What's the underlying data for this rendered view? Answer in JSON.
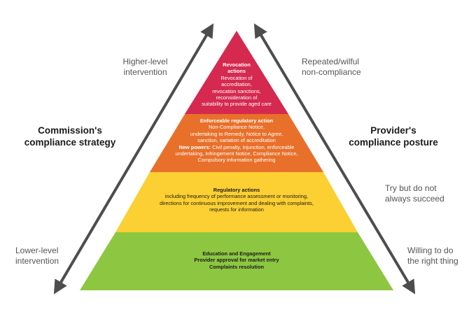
{
  "colors": {
    "revocation": "#d5294f",
    "enforceable": "#e8702a",
    "regulatory": "#fccf32",
    "education": "#8dc641",
    "arrow": "#4d4d4d"
  },
  "left": {
    "top_label": [
      "Higher-level",
      "intervention"
    ],
    "strategy": [
      "Commission's",
      "compliance  strategy"
    ],
    "bottom_label": [
      "Lower-level",
      "intervention"
    ]
  },
  "right": {
    "top_label": [
      "Repeated/wilful",
      "non-compliance"
    ],
    "posture": [
      "Provider's",
      "compliance posture"
    ],
    "middle_label": [
      "Try but do not",
      "always succeed"
    ],
    "bottom_label": [
      "Willing to do",
      "the right thing"
    ]
  },
  "tiers": {
    "revocation": {
      "title": [
        "Revocation",
        "actions"
      ],
      "lines": [
        "Revocation of",
        "accreditation,",
        "revocation sanctions,",
        "reconsideration of",
        "suitability to provide aged care"
      ]
    },
    "enforceable": {
      "title": "Enforceable regulatory action",
      "lines": [
        "Non-Compliance Notice,",
        "undertaking to Remedy, Notice to Agree,",
        "sanction, variation of accreditation"
      ],
      "new_label": "New powers:",
      "new_first": "Civil penalty, injunction, enforceable",
      "new_lines": [
        "undertaking, Infringement Notice, Compliance Notice,",
        "Compulsory information gathering"
      ]
    },
    "regulatory": {
      "title": "Regulatory actions",
      "lines": [
        "including frequency of performance assessment or monitoring,",
        "directions for continuous improvement and dealing with complaints,",
        "requests for information"
      ]
    },
    "education": {
      "lines": [
        "Education and Engagement",
        "Provider approval for market entry",
        "Complaints resolution"
      ]
    }
  }
}
